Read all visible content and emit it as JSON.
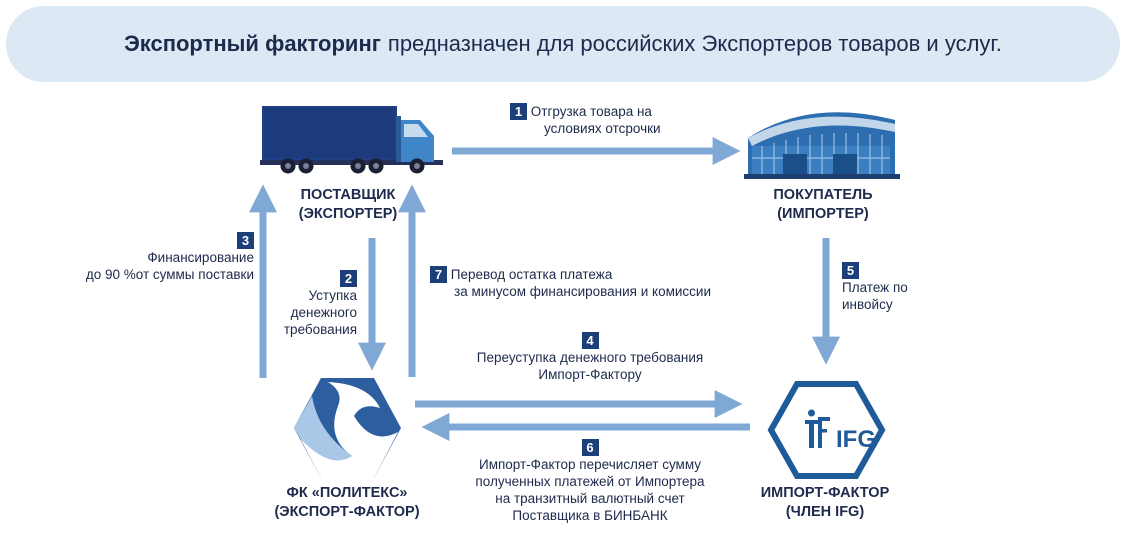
{
  "header": {
    "title_bold": "Экспортный факторинг",
    "title_rest": "предназначен для российских Экспортеров товаров и услуг."
  },
  "nodes": {
    "supplier": {
      "line1": "ПОСТАВЩИК",
      "line2": "(ЭКСПОРТЕР)",
      "icon": "truck-icon"
    },
    "buyer": {
      "line1": "ПОКУПАТЕЛЬ",
      "line2": "(ИМПОРТЕР)",
      "icon": "warehouse-icon"
    },
    "export_factor": {
      "line1": "ФК «ПОЛИТЕКС»",
      "line2": "(ЭКСПОРТ-ФАКТОР)",
      "icon": "politex-logo-icon"
    },
    "import_factor": {
      "line1": "ИМПОРТ-ФАКТОР",
      "line2": "(ЧЛЕН IFG)",
      "icon": "ifg-logo-icon",
      "logo_text": "IFG"
    }
  },
  "steps": [
    {
      "num": "1",
      "lines": [
        "Отгрузка товара на",
        "условиях отсрочки"
      ]
    },
    {
      "num": "2",
      "lines": [
        "Уступка",
        "денежного",
        "требования"
      ]
    },
    {
      "num": "3",
      "lines": [
        "Финансирование",
        "до 90 %от суммы поставки"
      ]
    },
    {
      "num": "4",
      "lines": [
        "Переуступка денежного требования",
        "Импорт-Фактору"
      ]
    },
    {
      "num": "5",
      "lines": [
        "Платеж по",
        "инвойсу"
      ]
    },
    {
      "num": "6",
      "lines": [
        "Импорт-Фактор перечисляет сумму",
        "полученных платежей от Импортера",
        "на транзитный валютный счет",
        "Поставщика в БИНБАНК"
      ]
    },
    {
      "num": "7",
      "lines": [
        "Перевод остатка платежа",
        "за минусом финансирования и комиссии"
      ]
    }
  ],
  "colors": {
    "arrow": "#7fa9d4",
    "badge": "#1c3f7a",
    "banner": "#dce8f3",
    "text": "#1e2a4c",
    "truck_cargo": "#203f86",
    "truck_cab": "#3f86c9",
    "ifg_blue": "#1f5a99"
  }
}
